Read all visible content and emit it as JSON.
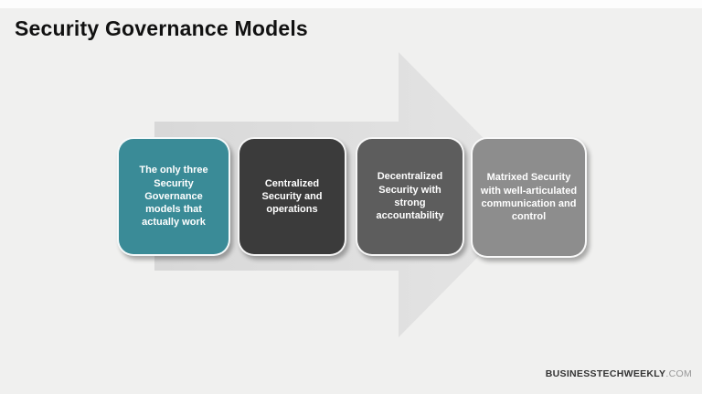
{
  "title": "Security Governance Models",
  "page": {
    "background_color": "#f0f0ef",
    "top_strip_color": "#fdfdfd",
    "title_color": "#111111"
  },
  "diagram": {
    "arrow_gradient": {
      "start": "#d8d8d8",
      "end": "#e5e5e5"
    },
    "boxes": [
      {
        "label": "The only three Security Governance models that actually work",
        "color": "#3a8b97"
      },
      {
        "label": "Centralized Security and operations",
        "color": "#3b3b3b"
      },
      {
        "label": "Decentralized Security with strong accountability",
        "color": "#5d5d5d"
      },
      {
        "label": "Matrixed Security with well-articulated communication and control",
        "color": "#8d8d8d"
      }
    ]
  },
  "footer": {
    "brand": "BUSINESSTECHWEEKLY",
    "suffix": ".COM",
    "brand_color": "#333333",
    "suffix_color": "#979797"
  }
}
